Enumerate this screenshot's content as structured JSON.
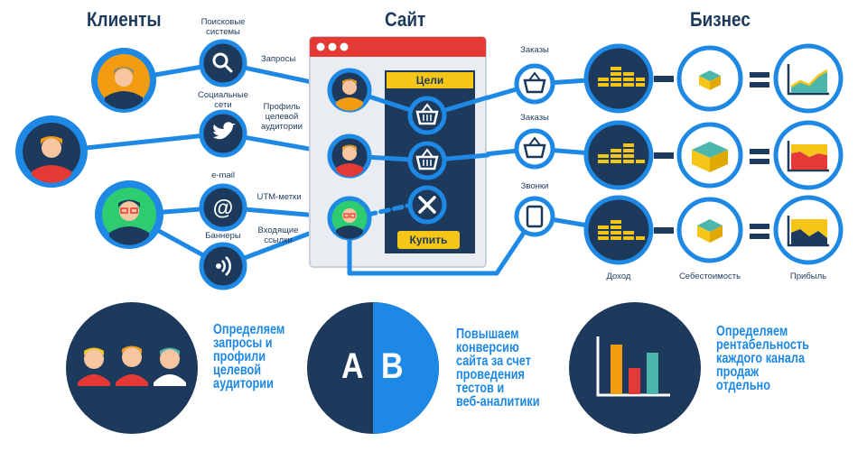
{
  "headers": {
    "clients": "Клиенты",
    "site": "Сайт",
    "business": "Бизнес"
  },
  "channels": {
    "search_systems": [
      "Поисковые",
      "системы"
    ],
    "queries": "Запросы",
    "social_networks": [
      "Социальные",
      "сети"
    ],
    "target_profile": [
      "Профиль",
      "целевой",
      "аудитории"
    ],
    "email": "e-mail",
    "utm": "UTM-метки",
    "banners": "Баннеры",
    "incoming_links": [
      "Входящие",
      "ссылки"
    ]
  },
  "site": {
    "goals": "Цели",
    "buy": "Купить"
  },
  "business_labels": {
    "orders_1": "Заказы",
    "orders_2": "Заказы",
    "calls": "Звонки",
    "income": "Доход",
    "cost": "Себестоимость",
    "profit": "Прибыль"
  },
  "bottom": {
    "block1": [
      "Определяем",
      "запросы и",
      "профили",
      "целевой",
      "аудитории"
    ],
    "block2": [
      "Повышаем",
      "конверсию",
      "сайта за счет",
      "проведения",
      "тестов и",
      "веб-аналитики"
    ],
    "block3": [
      "Определяем",
      "рентабельность",
      "каждого канала",
      "продаж",
      "отдельно"
    ],
    "ab_a": "A",
    "ab_b": "B"
  },
  "colors": {
    "navy": "#1d3a5c",
    "blue": "#1e88e5",
    "yellow": "#f5c518",
    "orange": "#f39c12",
    "red": "#e53935",
    "teal": "#4db6ac",
    "green": "#2ecc71"
  }
}
